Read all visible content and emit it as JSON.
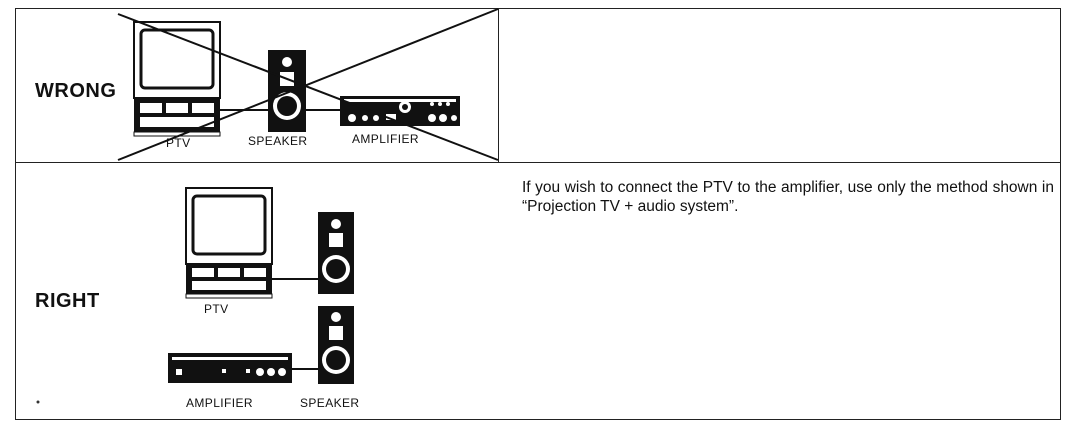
{
  "wrong": {
    "label": "WRONG",
    "captions": {
      "ptv": "PTV",
      "speaker": "SPEAKER",
      "amplifier": "AMPLIFIER"
    }
  },
  "right": {
    "label": "RIGHT",
    "captions": {
      "ptv": "PTV",
      "amplifier": "AMPLIFIER",
      "speaker": "SPEAKER"
    }
  },
  "note": "If you wish to connect the PTV to the amplifier, use only the method shown in “Projection TV + audio system”."
}
